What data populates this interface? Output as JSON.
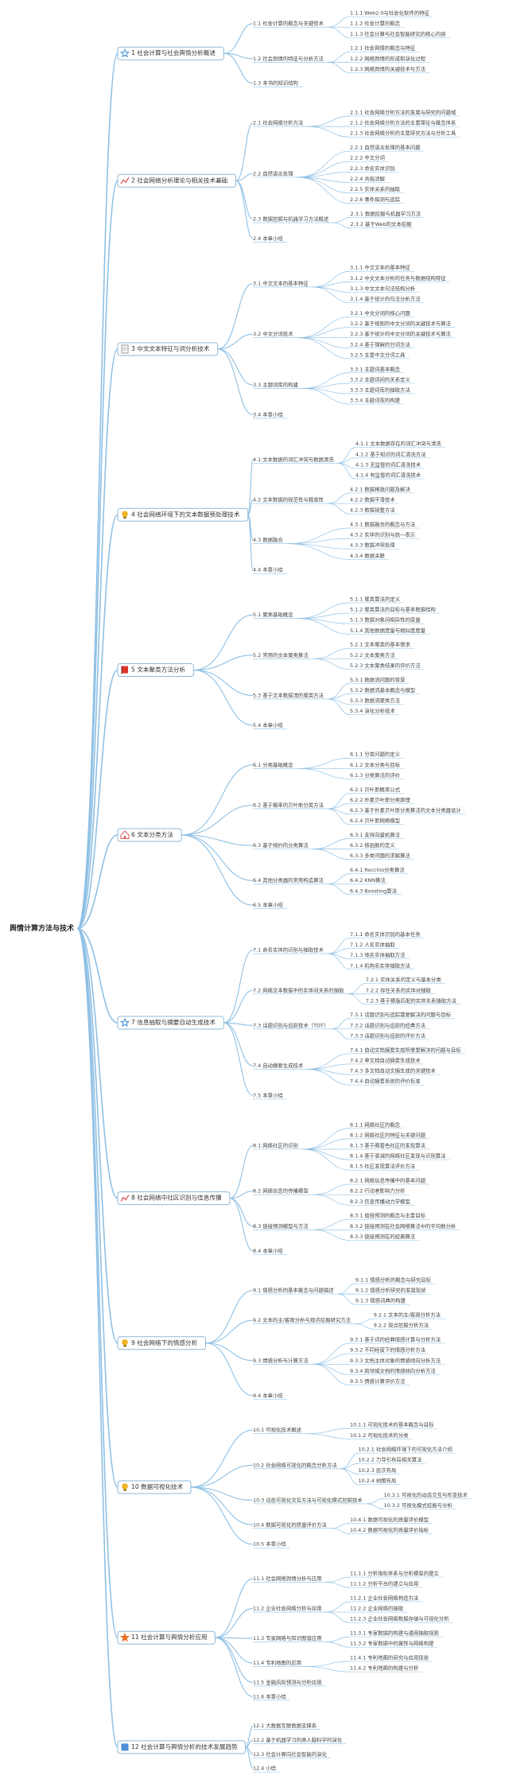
{
  "root": {
    "label": "舆情计算方法与技术"
  },
  "chapters": [
    {
      "label": "1 社会计算与社会舆情分析概述",
      "icon": "star-outline-icon",
      "iconColor": "#3a8fd8",
      "sections": [
        {
          "label": "1.1 社会计算的概念与关键技术",
          "items": [
            "1.1.1 Web2.0与社会化软件的特征",
            "1.1.2 社会计算的概念",
            "1.1.3 社会计算与社会智能研究的核心内容"
          ]
        },
        {
          "label": "1.2 社会舆情的特征与分析方法",
          "items": [
            "1.2.1 社会舆情的概念与特征",
            "1.2.2 网络舆情的形成和演化过程",
            "1.2.3 网络舆情的关键技术与方法"
          ]
        },
        {
          "label": "1.3 本书的知识结构",
          "items": []
        }
      ]
    },
    {
      "label": "2 社会网络分析理论与相关技术基础",
      "icon": "chart-icon",
      "iconColor": "#e05a5a",
      "sections": [
        {
          "label": "2.1 社会网络分析方法",
          "items": [
            "2.1.1 社会网络分析方法的发展与研究的问题域",
            "2.1.2 社会网络分析方法的主要理论与概念体系",
            "2.1.3 社会网络分析的主要研究方法与分析工具"
          ]
        },
        {
          "label": "2.2 自然语言处理",
          "items": [
            "2.2.1 自然语言处理的基本问题",
            "2.2.2 中文分词",
            "2.2.3 命名实体识别",
            "2.2.4 共指消解",
            "2.2.5 实体关系的抽取",
            "2.2.6 事件探测与追踪"
          ]
        },
        {
          "label": "2.3 数据挖掘与机器学习方法概述",
          "items": [
            "2.3.1 数据挖掘与机器学习方法",
            "2.3.2 基于Web的文本挖掘"
          ]
        },
        {
          "label": "2.4 本章小结",
          "items": []
        }
      ]
    },
    {
      "label": "3 中文文本特征与词分析技术",
      "icon": "note-icon",
      "iconColor": "#8a8a8a",
      "sections": [
        {
          "label": "3.1 中文文本的基本特征",
          "items": [
            "3.1.1 中文文本的基本特征",
            "3.1.2 中文文本分析的任务与数据结构特征",
            "3.1.3 中文文本句法结构分析",
            "3.1.4 基于统计的句法分析方法"
          ]
        },
        {
          "label": "3.2 中文分词技术",
          "items": [
            "3.2.1 中文分词的核心问题",
            "3.2.2 基于规则的中文分词的关键技术与算法",
            "3.2.3 基于统计的中文分词的关键技术与算法",
            "3.2.4 基于理解的分词方法",
            "3.2.5 主要中文分词工具"
          ]
        },
        {
          "label": "3.3 主题词库的构建",
          "items": [
            "3.3.1 主题词基本概念",
            "3.3.2 主题词间的关系定义",
            "3.3.3 主题词库的抽取方法",
            "3.3.4 主题词库的构建"
          ]
        },
        {
          "label": "3.4 本章小结",
          "items": []
        }
      ]
    },
    {
      "label": "4 社会网络环境下的文本数据预处理技术",
      "icon": "bulb-icon",
      "iconColor": "#f0b429",
      "sections": [
        {
          "label": "4.1 文本数据的词汇冲突与数据清洗",
          "items": [
            "4.1.1 文本数据存在的词汇冲突与清洗",
            "4.1.2 基于知识的词汇清洗方法",
            "4.1.3 无监督的词汇清洗技术",
            "4.1.4 有监督的词汇清洗技术"
          ]
        },
        {
          "label": "4.2 文本数据的规范性与精准性",
          "items": [
            "4.2.1 数据稀疏问题及解决",
            "4.2.2 数据平滑技术",
            "4.2.3 数据规整方法"
          ]
        },
        {
          "label": "4.3 数据融合",
          "items": [
            "4.3.1 数据融合的概念与方法",
            "4.3.2 实体的识别与统一表示",
            "4.3.3 数据冲突处理",
            "4.3.4 数据关联"
          ]
        },
        {
          "label": "4.4 本章小结",
          "items": []
        }
      ]
    },
    {
      "label": "5 文本聚类方法分析",
      "icon": "flag-icon",
      "iconColor": "#d9342b",
      "sections": [
        {
          "label": "5.1 聚类基础概念",
          "items": [
            "5.1.1 聚类算法的定义",
            "5.1.2 聚类算法的目标与基本数据结构",
            "5.1.3 数据对象间相异性的度量",
            "5.1.4 其他数据度量与相似度度量"
          ]
        },
        {
          "label": "5.2 常用的文本聚类算法",
          "items": [
            "5.2.1 文本聚类的基本需求",
            "5.2.2 文本聚类方法",
            "5.2.3 文本聚类结果的评价方法"
          ]
        },
        {
          "label": "5.3 基于文本数据流的聚类方法",
          "items": [
            "5.3.1 数据流问题的背景",
            "5.3.2 数据流基本概念与模型",
            "5.3.3 数据流聚类方法",
            "5.3.4 演化分析技术"
          ]
        },
        {
          "label": "5.4 本章小结",
          "items": []
        }
      ]
    },
    {
      "label": "6 文本分类方法",
      "icon": "home-icon",
      "iconColor": "#e05a5a",
      "sections": [
        {
          "label": "6.1 分类基础概念",
          "items": [
            "6.1.1 分类问题的定义",
            "6.1.2 文本分类与目标",
            "6.1.3 分类算法的评价"
          ]
        },
        {
          "label": "6.2 基于概率的贝叶斯分类方法",
          "items": [
            "6.2.1 贝叶斯概率公式",
            "6.2.2 朴素贝叶斯分类原理",
            "6.2.3 基于朴素贝叶斯分类算法的文本分类器设计",
            "6.2.4 贝叶斯网络模型"
          ]
        },
        {
          "label": "6.3 基于规约的分类算法",
          "items": [
            "6.3.1 支持向量机算法",
            "6.3.2 核函数的定义",
            "6.3.3 多类问题的求解算法"
          ]
        },
        {
          "label": "6.4 其他分类器的常用构造算法",
          "items": [
            "6.4.1 Rocchio分类算法",
            "6.4.2 KNN算法",
            "6.4.3 Boosting算法"
          ]
        },
        {
          "label": "6.5 本章小结",
          "items": []
        }
      ]
    },
    {
      "label": "7 信息抽取与摘要自动生成技术",
      "icon": "star-outline-icon",
      "iconColor": "#3a8fd8",
      "sections": [
        {
          "label": "7.1 命名实体的识别与抽取技术",
          "items": [
            "7.1.1 命名实体识别的基本任务",
            "7.1.2 人名实体抽取",
            "7.1.3 地名实体抽取方法",
            "7.1.4 机构名实体抽取方法"
          ]
        },
        {
          "label": "7.2 网络文本数据中的实体间关系的抽取",
          "items": [
            "7.2.1 实体关系的定义与基本分类",
            "7.2.2 存在关系的实体对抽取",
            "7.2.3 基于模版匹配的实体关系抽取方法"
          ]
        },
        {
          "label": "7.3 话题识别与追踪技术（TDT）",
          "items": [
            "7.3.1 话题识别与追踪需要解决的问题与目标",
            "7.3.2 话题识别与追踪的经典方法",
            "7.3.3 话题识别与追踪的评价方法"
          ]
        },
        {
          "label": "7.4 自动摘要生成技术",
          "items": [
            "7.4.1 自动文档摘要生成所需要解决的问题与目标",
            "7.4.2 单文档自动摘要生成技术",
            "7.4.3 多文档自动文摘生成的关键技术",
            "7.4.4 自动摘要系统的评价标准"
          ]
        },
        {
          "label": "7.5 本章小结",
          "items": []
        }
      ]
    },
    {
      "label": "8 社会网络中社区识别与信息传播",
      "icon": "chart-icon",
      "iconColor": "#e05a5a",
      "sections": [
        {
          "label": "8.1 网络社区的识别",
          "items": [
            "8.1.1 网络社区的概念",
            "8.1.2 网络社区的特征与关键问题",
            "8.1.3 基于图着色社区的发现算法",
            "8.1.4 基于衰减的网络社区发现与识别算法",
            "8.1.5 社区发现算法评价方法"
          ]
        },
        {
          "label": "8.2 网络信息的传播模型",
          "items": [
            "8.2.1 网络信息传播中的基本问题",
            "8.2.2 行动者影响力分析",
            "8.2.3 信息传播动力学模型"
          ]
        },
        {
          "label": "8.3 链接预测模型与方法",
          "items": [
            "8.3.1 链接预测的概念与主要目标",
            "8.3.2 链接预测在社会网络算法中的平均数分析",
            "8.3.3 链接预测在的经典算法"
          ]
        },
        {
          "label": "8.4 本章小结",
          "items": []
        }
      ]
    },
    {
      "label": "9 社会网络下的情感分析",
      "icon": "bulb-icon",
      "iconColor": "#f0b429",
      "sections": [
        {
          "label": "9.1 情感分析的基本概念与问题描述",
          "items": [
            "9.1.1 情感分析的概念与研究目标",
            "9.1.2 情感分析研究的发展现状",
            "9.1.3 情感词典的构建"
          ]
        },
        {
          "label": "9.2 文本的主/客观分析与观点挖掘研究方法",
          "items": [
            "9.2.1 文本的主/客观分析方法",
            "9.2.2 观点挖掘分析方法"
          ]
        },
        {
          "label": "9.3 情感分析与计算方法",
          "items": [
            "9.3.1 基于词的经典情感计算与分析方法",
            "9.3.2 不同程度下的情感分析方法",
            "9.3.3 文档主体对象的情感倾向分析方法",
            "9.3.4 跨领域文档的情感倾向分析方法",
            "9.3.5 情感计算评价方法"
          ]
        },
        {
          "label": "9.4 本章小结",
          "items": []
        }
      ]
    },
    {
      "label": "10 数据可视化技术",
      "icon": "bulb-icon",
      "iconColor": "#f0b429",
      "sections": [
        {
          "label": "10.1 可视化技术概述",
          "items": [
            "10.1.1 可视化技术的基本概念与目标",
            "10.1.2 可视化技术的分类"
          ]
        },
        {
          "label": "10.2 社会网络可视化的概念分析方法",
          "items": [
            "10.2.1 社会网络环境下的可视化方法介绍",
            "10.2.2 力导引布局相关算法",
            "10.2.3 层次布局",
            "10.2.4 树图布局"
          ]
        },
        {
          "label": "10.3 动态可视化交互方法与可视化模式挖掘技术",
          "items": [
            "10.3.1 可视化的动态交互与形变技术",
            "10.3.2 可视化模式挖掘与分析"
          ]
        },
        {
          "label": "10.4 数据可视化的质量评价方法",
          "items": [
            "10.4.1 数据可视化的质量评价模型",
            "10.4.2 数据可视化的质量评价指标"
          ]
        },
        {
          "label": "10.5 本章小结",
          "items": []
        }
      ]
    },
    {
      "label": "11 社会计算与舆情分析应用",
      "icon": "star-filled-icon",
      "iconColor": "#e8732a",
      "sections": [
        {
          "label": "11.1 社会网络舆情分析与应用",
          "items": [
            "11.1.1 分析指标体系与分析模型的建立",
            "11.1.2 分析平台的建立与应用"
          ]
        },
        {
          "label": "11.2 企业社会网络分析与应用",
          "items": [
            "11.2.1 企业社会网络构造方法",
            "11.2.2 企业网络的抽取",
            "11.2.3 企业社会网络数据存储与可视化分析"
          ]
        },
        {
          "label": "11.3 专家网络与知识图谱应用",
          "items": [
            "11.3.1 专家数据的构建与通用抽取规则",
            "11.3.2 专家数据中的属性与网络构建"
          ]
        },
        {
          "label": "11.4 专利地图的应用",
          "items": [
            "11.4.1 专利地图的研究与应用现状",
            "11.4.2 专利地图的构建与分析"
          ]
        },
        {
          "label": "11.5 金融风险预测与分析应用",
          "items": []
        },
        {
          "label": "11.6 本章小结",
          "items": []
        }
      ]
    },
    {
      "label": "12 社会计算与舆情分析的技术发展趋势",
      "icon": "square-icon",
      "iconColor": "#4f8fd6",
      "sections": [
        {
          "label": "12.1 大数据互联数据支撑系",
          "items": []
        },
        {
          "label": "12.2 基于机器学习的类人脑科学的演化",
          "items": []
        },
        {
          "label": "12.3 社会计算向社会智能的演化",
          "items": []
        },
        {
          "label": "12.4 小结",
          "items": []
        }
      ]
    }
  ]
}
